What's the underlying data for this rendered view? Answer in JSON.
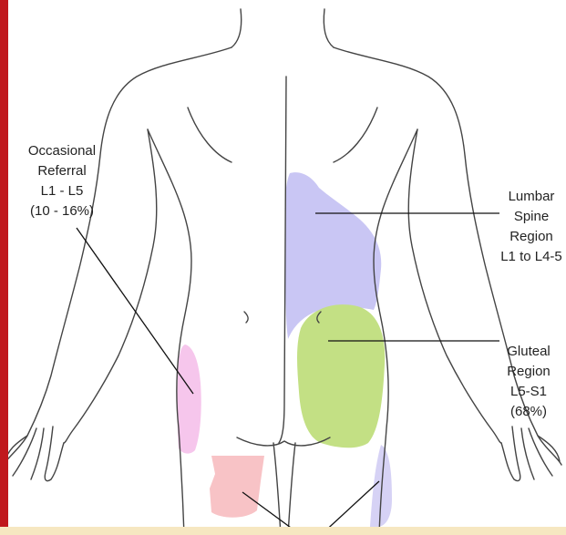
{
  "labels": {
    "occasional": {
      "line1": "Occasional",
      "line2": "Referral",
      "line3": "L1 - L5",
      "line4": "(10 - 16%)"
    },
    "lumbar": {
      "line1": "Lumbar",
      "line2": "Spine",
      "line3": "Region",
      "line4": "L1 to L4-5"
    },
    "gluteal": {
      "line1": "Gluteal",
      "line2": "Region",
      "line3": "L5-S1",
      "line4": "(68%)"
    }
  },
  "colors": {
    "frame_red": "#c0181d",
    "bottom_band": "#f6e7c1",
    "outline": "#444444",
    "lumbar_region": "#c9c6f4",
    "gluteal_region": "#c3e084",
    "occasional_region": "#f6c6ec",
    "lower_referral_region": "#f8c3c6",
    "side_referral_region": "#d6d2f5"
  }
}
